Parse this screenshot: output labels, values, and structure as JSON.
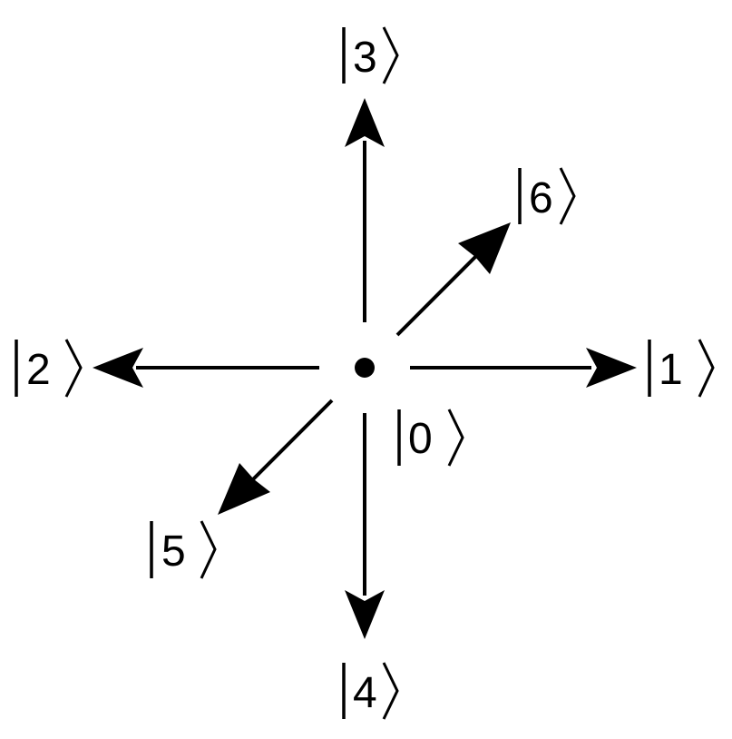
{
  "diagram": {
    "center_label": "0",
    "states": [
      {
        "id": "state-1",
        "label": "1"
      },
      {
        "id": "state-2",
        "label": "2"
      },
      {
        "id": "state-3",
        "label": "3"
      },
      {
        "id": "state-4",
        "label": "4"
      },
      {
        "id": "state-5",
        "label": "5"
      },
      {
        "id": "state-6",
        "label": "6"
      }
    ],
    "colors": {
      "stroke": "#000000",
      "background": "#ffffff"
    }
  }
}
